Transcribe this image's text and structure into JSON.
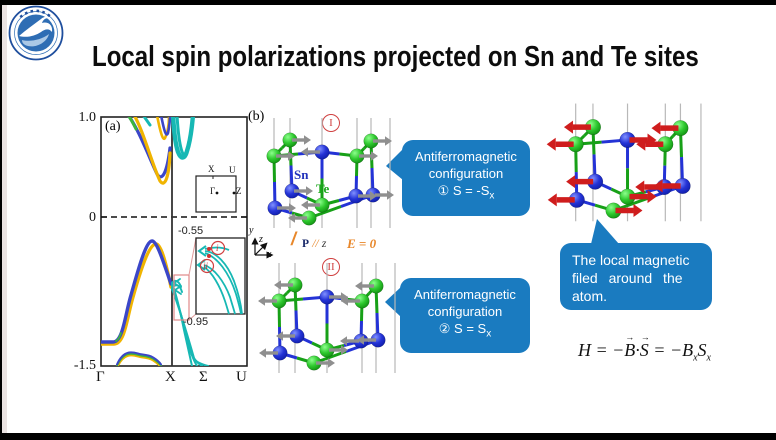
{
  "title": "Local spin polarizations projected on Sn and Te sites",
  "panel_a": {
    "label": "(a)",
    "y_ticks": [
      "1.0",
      "0",
      "-1.5"
    ],
    "x_ticks": [
      "Γ",
      "X",
      "Σ",
      "U"
    ],
    "bz_labels": {
      "x": "X",
      "u": "U",
      "gamma": "Γ",
      "z": "Z"
    },
    "inset": {
      "top_value": "-0.55",
      "bottom_value": "-0.95",
      "marker_i": "i",
      "marker_ii": "ii"
    }
  },
  "panel_b": {
    "label": "(b)",
    "structure_1_label": "I",
    "structure_2_label": "II",
    "sn_label": "Sn",
    "te_label": "Te",
    "axes": {
      "x": "x",
      "y": "y",
      "z": "z"
    },
    "slash": "/",
    "p_label": "P",
    "parallel_label": "//",
    "z_label": "z",
    "e_label": "E = 0"
  },
  "callout_afm1": {
    "line1": "Antiferromagnetic",
    "line2": "configuration",
    "line3_prefix": "① S = -S",
    "line3_sub": "x"
  },
  "callout_afm2": {
    "line1": "Antiferromagnetic",
    "line2": "configuration",
    "line3_prefix": "② S = S",
    "line3_sub": "x"
  },
  "callout_field": {
    "line1": "The local magnetic",
    "line2": "filed around the",
    "line3": "atom."
  },
  "equation": {
    "H": "H",
    "eq1": " = −",
    "B": "B",
    "arrow": "→",
    "dot": "·",
    "S": "S",
    "eq2": " = −",
    "Bx_base": "B",
    "Bx_sub": "x",
    "Sx_base": "S",
    "Sx_sub": "x"
  },
  "colors": {
    "callout_blue": "#1a7bc0",
    "band_blue": "#3b46c8",
    "band_yellow": "#f0b400",
    "band_teal": "#17b8b4",
    "atom_green": "#22bb22",
    "atom_blue": "#2030cc",
    "arrow_gray": "#8f8f8f",
    "arrow_red": "#cf1d1d",
    "accent_red": "#e05050",
    "orange": "#e8872a"
  }
}
